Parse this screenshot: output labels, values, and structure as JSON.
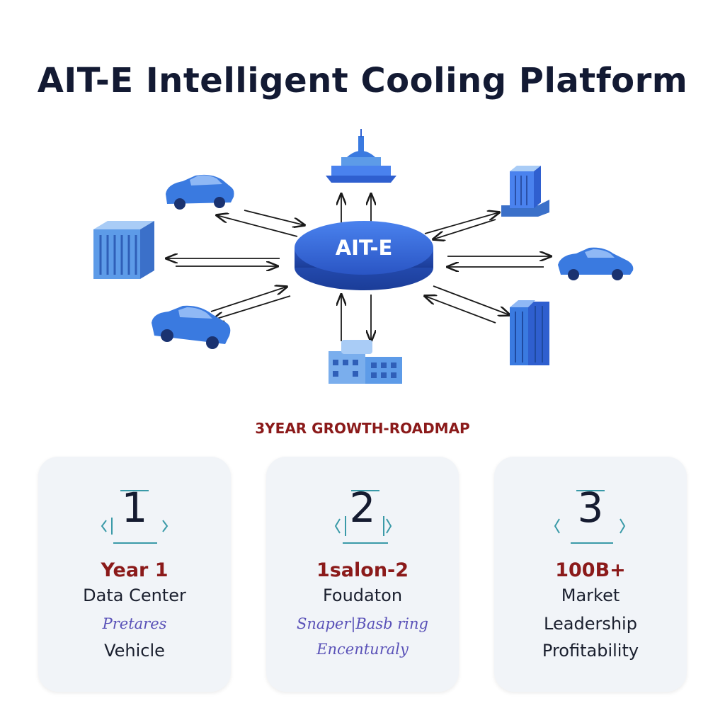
{
  "title": "AIT-E Intelligent Cooling Platform",
  "hub": {
    "label": "AIT-E"
  },
  "nodes": [
    {
      "name": "car",
      "icon": "car-icon"
    },
    {
      "name": "building",
      "icon": "building-icon"
    },
    {
      "name": "car",
      "icon": "car-icon"
    },
    {
      "name": "capitol",
      "icon": "capitol-icon"
    },
    {
      "name": "factory",
      "icon": "factory-icon"
    },
    {
      "name": "tower",
      "icon": "tower-icon"
    },
    {
      "name": "car",
      "icon": "car-icon"
    },
    {
      "name": "skyscraper",
      "icon": "skyscraper-icon"
    }
  ],
  "roadmap": {
    "heading": "3YEAR GROWTH-ROADMAP",
    "cards": [
      {
        "number": "1",
        "year": "Year 1",
        "lines": [
          "Data Center",
          "Pretares",
          "Vehicle"
        ]
      },
      {
        "number": "2",
        "year": "1salon-2",
        "lines": [
          "Foudaton",
          "Snaper|Basb ring",
          "Encenturaly"
        ]
      },
      {
        "number": "3",
        "year": "100B+",
        "lines": [
          "Market",
          "Leadership",
          "Profitability"
        ]
      }
    ]
  },
  "colors": {
    "hub": "#2f5fcf",
    "icon": "#3a7ae0",
    "title": "#131a33",
    "accent": "#8b1a1a",
    "card_bg": "#f1f4f8"
  }
}
